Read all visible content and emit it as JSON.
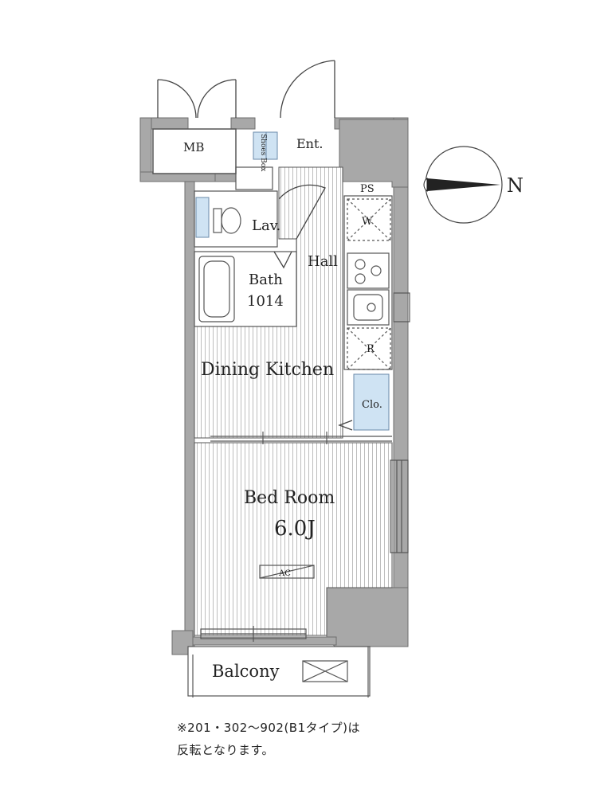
{
  "floorplan": {
    "rooms": {
      "mb": "MB",
      "shoes_box": "Shoes Box",
      "entrance": "Ent.",
      "ps": "PS",
      "washer": "W",
      "lavatory": "Lav.",
      "hall": "Hall",
      "bath_name": "Bath",
      "bath_size": "1014",
      "refrigerator": "R",
      "dining_kitchen": "Dining Kitchen",
      "closet": "Clo.",
      "bedroom_name": "Bed Room",
      "bedroom_size": "6.0J",
      "aircon": "AC",
      "balcony": "Balcony"
    },
    "compass": {
      "north_label": "N"
    },
    "note": {
      "line1": "※201・302～902(B1タイプ)は",
      "line2": "反転となります。"
    }
  }
}
